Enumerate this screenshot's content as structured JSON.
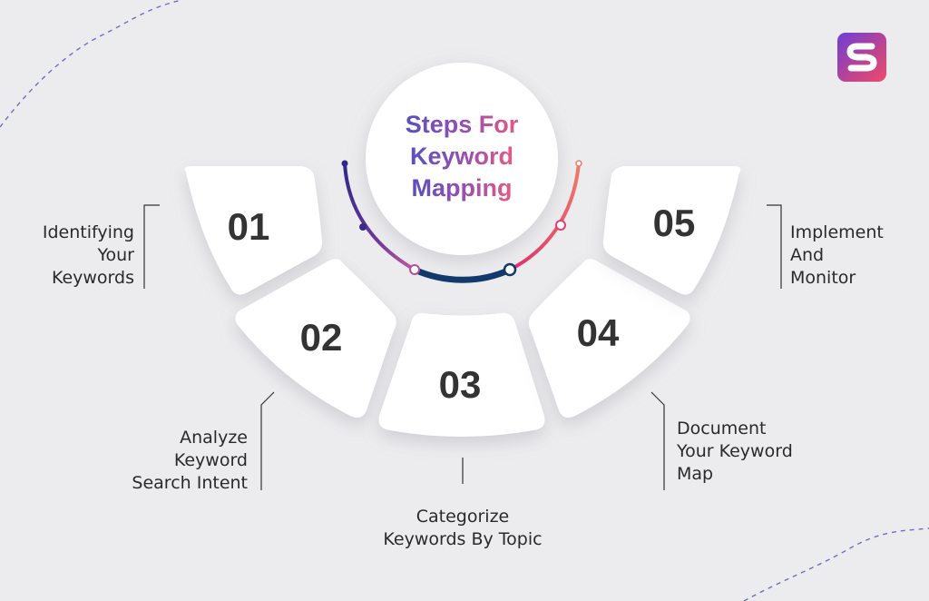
{
  "title": {
    "line1": "Steps For",
    "line2": "Keyword",
    "line3": "Mapping"
  },
  "steps": [
    {
      "number": "01",
      "label_lines": [
        "Identifying",
        "Your",
        "Keywords"
      ]
    },
    {
      "number": "02",
      "label_lines": [
        "Analyze",
        "Keyword",
        "Search Intent"
      ]
    },
    {
      "number": "03",
      "label_lines": [
        "Categorize",
        "Keywords By Topic"
      ]
    },
    {
      "number": "04",
      "label_lines": [
        "Document",
        "Your Keyword",
        "Map"
      ]
    },
    {
      "number": "05",
      "label_lines": [
        "Implement",
        "And",
        "Monitor"
      ]
    }
  ],
  "logo": {
    "icon": "s-brand-logo",
    "letter": "S"
  },
  "colors": {
    "background": "#ececee",
    "card": "#ffffff",
    "number_text": "#333333",
    "title_gradient_start": "#6a4bc4",
    "title_gradient_end": "#e85a86",
    "arc_purple": "#3b2a8a",
    "arc_magenta": "#b64e9a",
    "arc_navy": "#123a6a",
    "arc_pink": "#e83a6a",
    "dashes": "#6a6fc0"
  }
}
